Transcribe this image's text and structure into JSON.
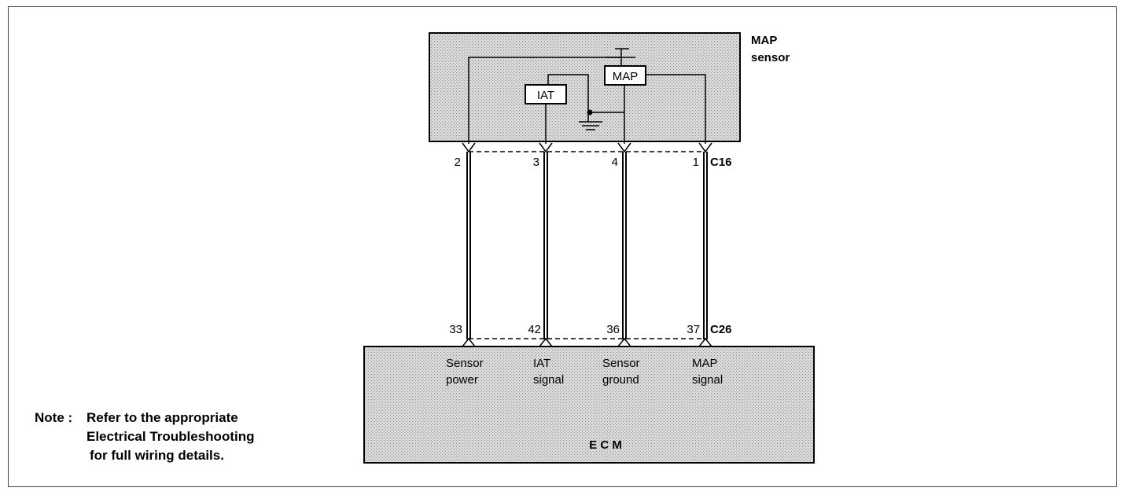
{
  "sensor": {
    "name_line1": "MAP",
    "name_line2": "sensor",
    "map_element": "MAP",
    "iat_element": "IAT"
  },
  "connector_top": {
    "id": "C16",
    "pins": [
      "2",
      "3",
      "4",
      "1"
    ]
  },
  "connector_bottom": {
    "id": "C26",
    "pins": [
      "33",
      "42",
      "36",
      "37"
    ]
  },
  "ecm": {
    "name": "E C M",
    "signals": [
      {
        "line1": "Sensor",
        "line2": "power"
      },
      {
        "line1": "IAT",
        "line2": "signal"
      },
      {
        "line1": "Sensor",
        "line2": "ground"
      },
      {
        "line1": "MAP",
        "line2": "signal"
      }
    ]
  },
  "note": {
    "prefix": "Note :",
    "line1": "Refer to the appropriate",
    "line2": "Electrical Troubleshooting",
    "line3": "for full wiring details."
  },
  "colors": {
    "box_fill": "#cfcfcf",
    "line": "#000000"
  }
}
